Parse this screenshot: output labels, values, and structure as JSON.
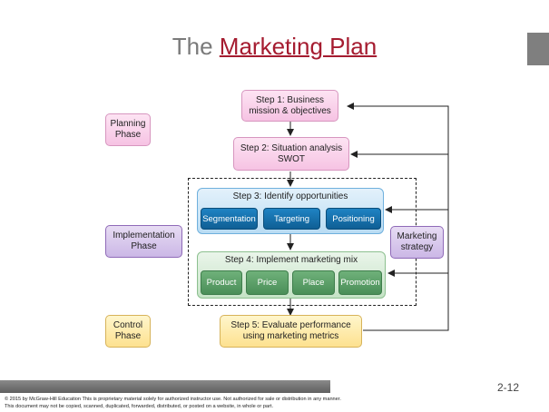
{
  "slide": {
    "title_prefix": "The ",
    "title_highlight": "Marketing Plan",
    "page_number": "2-12",
    "copyright_line1": "© 2015 by McGraw-Hill Education   This is proprietary material solely for authorized instructor use. Not authorized for sale or distribution in any manner.",
    "copyright_line2": "This document may not be copied, scanned, duplicated, forwarded, distributed, or posted on a website, in whole or part."
  },
  "phases": {
    "planning": "Planning Phase",
    "implementation": "Implementation Phase",
    "control": "Control Phase"
  },
  "steps": {
    "step1": "Step 1: Business mission & objectives",
    "step2": "Step 2: Situation analysis SWOT",
    "step3": {
      "title": "Step 3: Identify opportunities",
      "items": [
        "Segmentation",
        "Targeting",
        "Positioning"
      ]
    },
    "step4": {
      "title": "Step 4: Implement marketing mix",
      "items": [
        "Product",
        "Price",
        "Place",
        "Promotion"
      ]
    },
    "step5": "Step 5: Evaluate performance using marketing metrics"
  },
  "strategy_label": "Marketing strategy",
  "colors": {
    "title_accent": "#a51c30",
    "arrow": "#222222"
  }
}
